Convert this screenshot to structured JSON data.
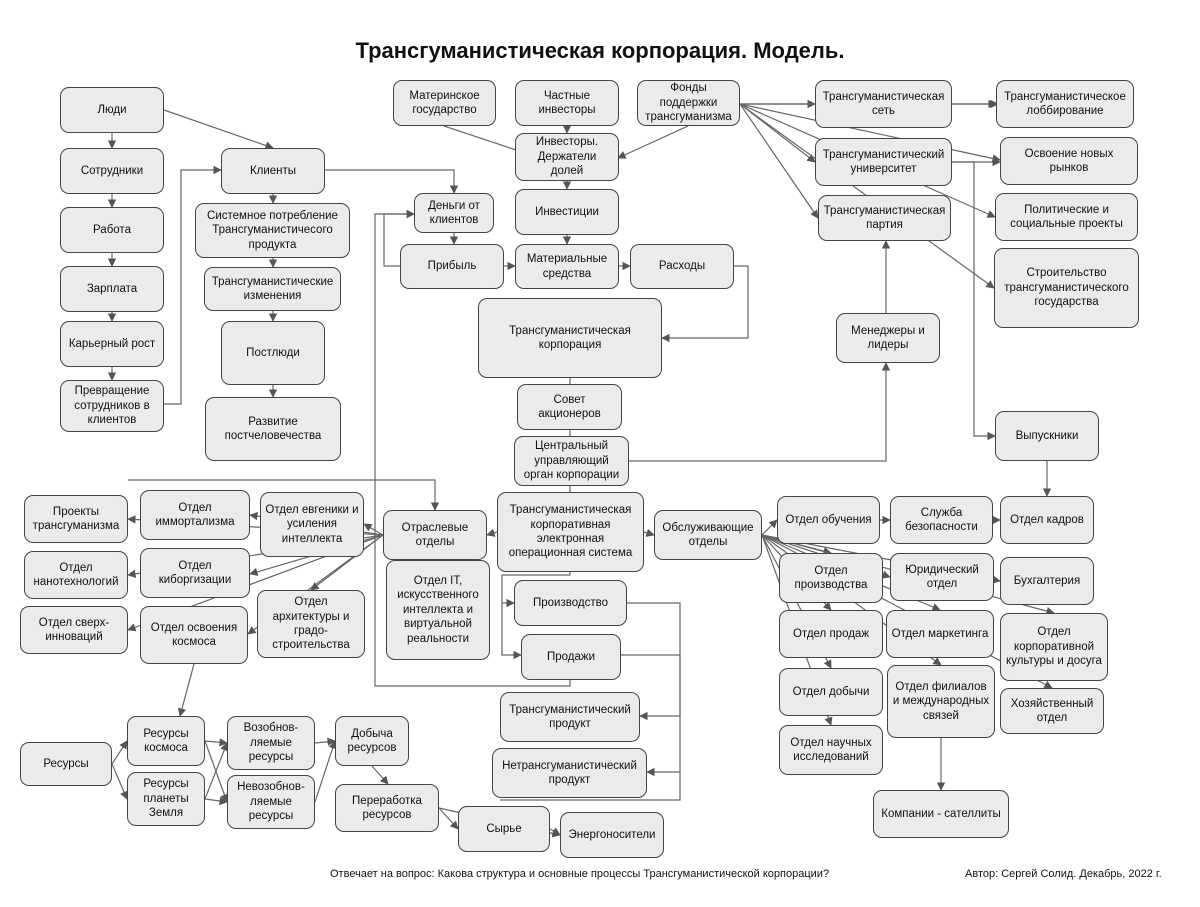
{
  "title": "Трансгуманистическая корпорация. Модель.",
  "footer": {
    "question": "Отвечает на вопрос: Какова структура и основные процессы Трансгуманистической корпорации?",
    "author": "Автор: Сергей Солид. Декабрь, 2022 г."
  },
  "nodes": {
    "people": "Люди",
    "employees": "Сотрудники",
    "work": "Работа",
    "salary": "Зарплата",
    "career": "Карьерный рост",
    "emp_to_clients": "Превращение сотрудников в клиентов",
    "clients": "Клиенты",
    "sys_consumption": "Системное потребление Трансгуманистичесого продукта",
    "th_changes": "Трансгуманистические изменения",
    "posthumans": "Постлюди",
    "posthumanity": "Развитие постчеловечества",
    "mother_state": "Материнское государство",
    "private_investors": "Частные инвесторы",
    "funds": "Фонды поддержки трансгуманизма",
    "shareholders": "Инвесторы. Держатели долей",
    "client_money": "Деньги от клиентов",
    "investments": "Инвестиции",
    "profit": "Прибыль",
    "material": "Материальные средства",
    "expenses": "Расходы",
    "corporation": "Трансгуманистическая корпорация",
    "board": "Совет акционеров",
    "central": "Центральный управляющий орган корпорации",
    "eos": "Трансгуманистическая корпоративная электронная операционная система",
    "th_network": "Трансгуманистическая сеть",
    "th_lobby": "Трансгуманистическое лоббирование",
    "th_university": "Трансгуманистический университет",
    "new_markets": "Освоение новых рынков",
    "political": "Политические и социальные проекты",
    "th_party": "Трансгуманистическая партия",
    "th_state": "Строительство трансгуманистического государства",
    "managers": "Менеджеры и лидеры",
    "graduates": "Выпускники",
    "branch_depts": "Отраслевые отделы",
    "it_dept": "Отдел IT, искусственного интеллекта и виртуальной реальности",
    "production": "Производство",
    "sales": "Продажи",
    "projects": "Проекты трансгуманизма",
    "immortalism": "Отдел иммортализма",
    "eugenics": "Отдел евгеники и усиления интеллекта",
    "nanotech": "Отдел нанотехнологий",
    "cyborg": "Отдел киборгизации",
    "super_innov": "Отдел сверх-инноваций",
    "space_dept": "Отдел освоения космоса",
    "architecture": "Отдел архитектуры и градо-строительства",
    "service_depts": "Обслуживающие отделы",
    "training": "Отдел обучения",
    "security": "Служба безопасности",
    "hr": "Отдел кадров",
    "prod_dept": "Отдел производства",
    "legal": "Юридический отдел",
    "accounting": "Бухгалтерия",
    "sales_dept": "Отдел продаж",
    "marketing": "Отдел маркетинга",
    "culture": "Отдел корпоративной культуры и досуга",
    "mining": "Отдел добычи",
    "branches": "Отдел филиалов и международных связей",
    "household": "Хозяйственный отдел",
    "research": "Отдел научных исследований",
    "satellites": "Компании - сателлиты",
    "th_product": "Трансгуманистический продукт",
    "non_th_product": "Нетрансгуманистический продукт",
    "resources": "Ресурсы",
    "space_res": "Ресурсы космоса",
    "earth_res": "Ресурсы планеты Земля",
    "renewable": "Возобнов-ляемые ресурсы",
    "nonrenewable": "Невозобнов-ляемые ресурсы",
    "extraction": "Добыча ресурсов",
    "processing": "Переработка ресурсов",
    "raw": "Сырье",
    "energy": "Энергоносители"
  }
}
